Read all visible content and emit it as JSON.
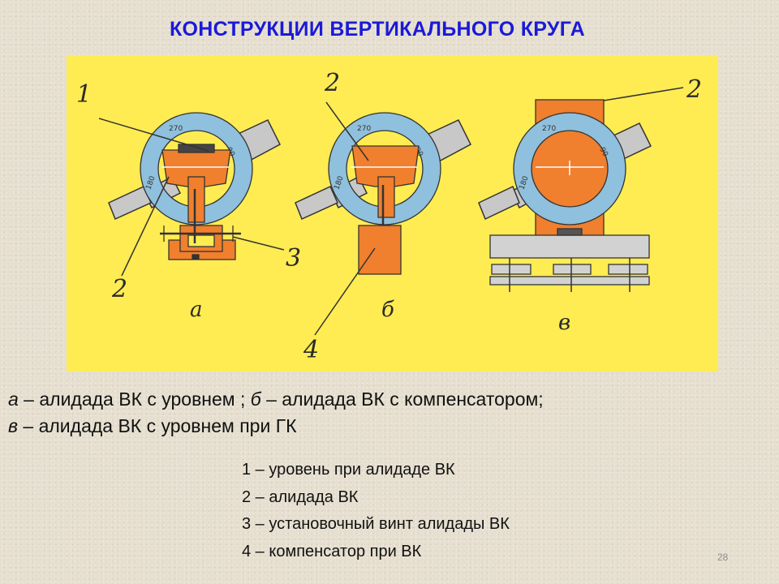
{
  "title": "КОНСТРУКЦИИ ВЕРТИКАЛЬНОГО КРУГА",
  "figure": {
    "callouts": {
      "n1": "1",
      "n2a": "2",
      "n2b": "2",
      "n2c": "2",
      "n3": "3",
      "n4": "4"
    },
    "panel_labels": {
      "a": "а",
      "b": "б",
      "v": "в"
    },
    "scale_marks": {
      "top": "270",
      "left": "180",
      "right": "90"
    }
  },
  "caption": {
    "a_letter": "а",
    "a_text": " – алидада ВК с уровнем ; ",
    "b_letter": "б",
    "b_text": " – алидада ВК с компенсатором;",
    "v_letter": "в",
    "v_text": " – алидада ВК с уровнем при ГК"
  },
  "legend": [
    "1 – уровень при алидаде ВК",
    "2 – алидада ВК",
    "3 – установочный винт алидады ВК",
    "4 – компенсатор  при ВК"
  ],
  "page_number": "28",
  "colors": {
    "panel": "#ffec52",
    "ring": "#8fc0dd",
    "alidade": "#f07f2e",
    "base": "#d2d2d2",
    "title": "#1a1ad8"
  }
}
